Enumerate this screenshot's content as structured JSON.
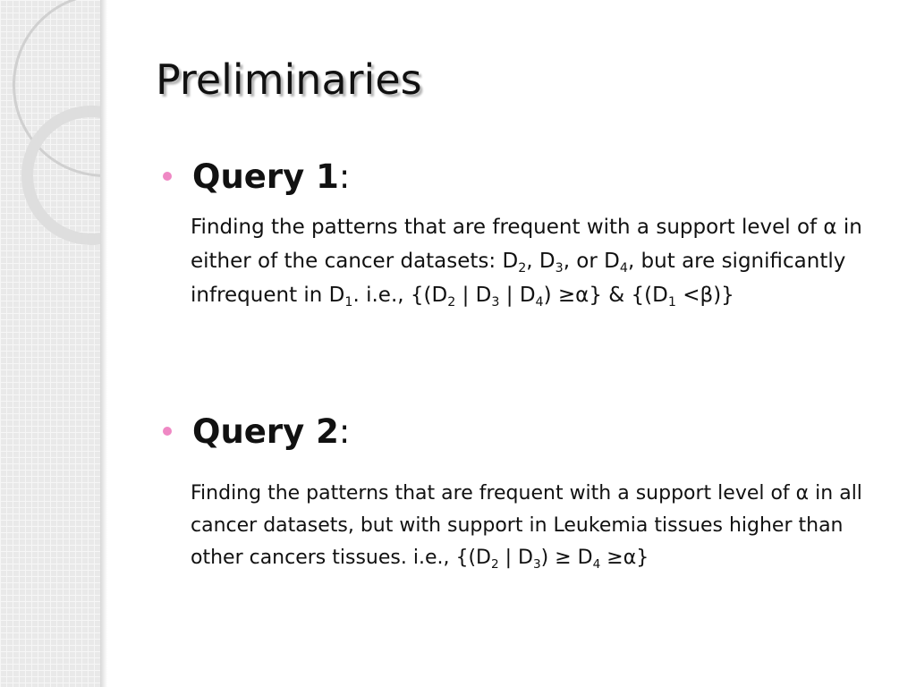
{
  "slide": {
    "title": "Preliminaries",
    "query1": {
      "label": "Query 1",
      "colon": ":",
      "desc": {
        "p1": "Finding the patterns that are frequent with a support level of α in either of the cancer datasets: D",
        "s1": "2",
        "p2": ", D",
        "s2": "3",
        "p3": ", or D",
        "s3": "4",
        "p4": ", but are significantly infrequent in D",
        "s4": "1",
        "p5": ". i.e., {(D",
        "s5": "2",
        "p6": " | D",
        "s6": "3",
        "p7": " | D",
        "s7": "4",
        "p8": ") ≥α} & {(D",
        "s8": "1",
        "p9": " <β)}"
      }
    },
    "query2": {
      "label": "Query 2",
      "colon": ":",
      "desc": {
        "p1": "Finding the patterns that are frequent with a support level of α in all cancer datasets, but with support in Leukemia tissues higher than other cancers tissues. i.e., {(D",
        "s1": "2",
        "p2": " | D",
        "s2": "3",
        "p3": ") ≥ D",
        "s3": "4",
        "p4": " ≥α}"
      }
    },
    "colors": {
      "bullet": "#ef88c4",
      "text": "#111111",
      "sidebar": "#e9e9e9"
    },
    "icons": {
      "bullet": "bullet-dot-icon"
    }
  }
}
